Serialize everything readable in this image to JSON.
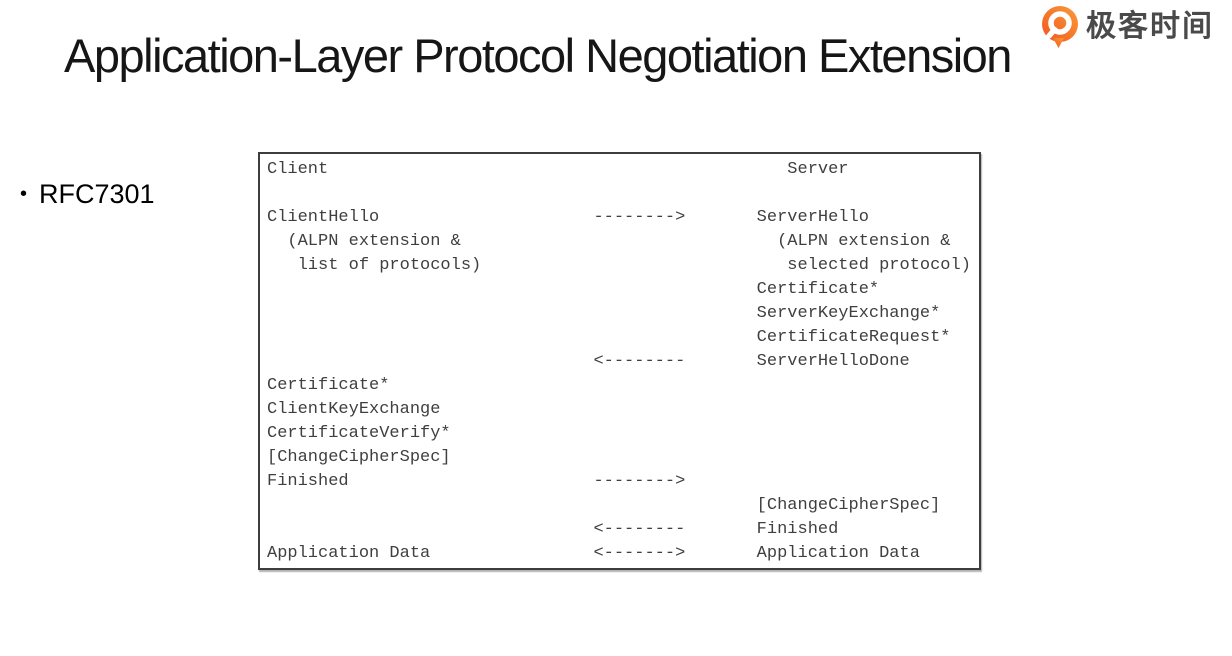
{
  "header": {
    "title": "Application-Layer Protocol Negotiation Extension",
    "logo": {
      "text": "极客时间",
      "icon": "geektime-q-icon",
      "accent_color": "#f1592a",
      "text_color": "#4a4a4a"
    }
  },
  "content": {
    "bullet": {
      "marker": "•",
      "label": "RFC7301"
    },
    "diagram": {
      "description": "TLS handshake with ALPN extension (RFC 7301 figure)",
      "client_label": "Client",
      "server_label": "Server",
      "lines": [
        "Client                                             Server",
        "",
        "ClientHello                     -------->       ServerHello",
        "  (ALPN extension &                               (ALPN extension &",
        "   list of protocols)                              selected protocol)",
        "                                                Certificate*",
        "                                                ServerKeyExchange*",
        "                                                CertificateRequest*",
        "                                <--------       ServerHelloDone",
        "Certificate*",
        "ClientKeyExchange",
        "CertificateVerify*",
        "[ChangeCipherSpec]",
        "Finished                        -------->",
        "                                                [ChangeCipherSpec]",
        "                                <--------       Finished",
        "Application Data                <------->       Application Data"
      ],
      "border_color": "#3d3d3d",
      "text_color": "#3f3f3f"
    }
  }
}
